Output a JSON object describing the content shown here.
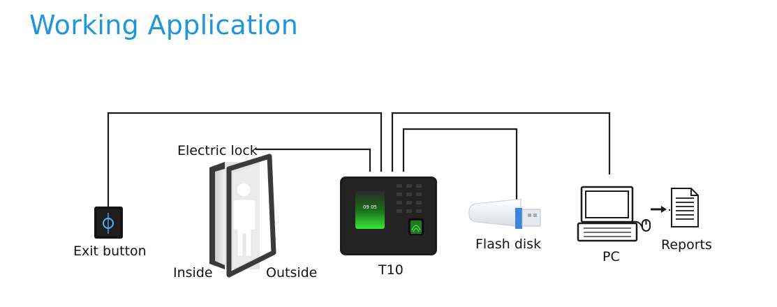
{
  "title": "Working Application",
  "labels": {
    "exit_button": "Exit button",
    "electric_lock": "Electric lock",
    "inside": "Inside",
    "outside": "Outside",
    "device": "T10",
    "flash_disk": "Flash disk",
    "pc": "PC",
    "reports": "Reports",
    "screen_time": "09 05"
  },
  "colors": {
    "title": "#1f95db",
    "wire": "#1a1a1a",
    "device_body": "#1b1b1b",
    "screen_glow": "#39e639",
    "usb_blue": "#3a86d8"
  },
  "icons": {
    "exit_button": "exit-button-icon",
    "door": "door-icon",
    "terminal": "fingerprint-terminal-icon",
    "usb": "usb-flash-icon",
    "pc": "computer-icon",
    "report": "document-icon"
  }
}
